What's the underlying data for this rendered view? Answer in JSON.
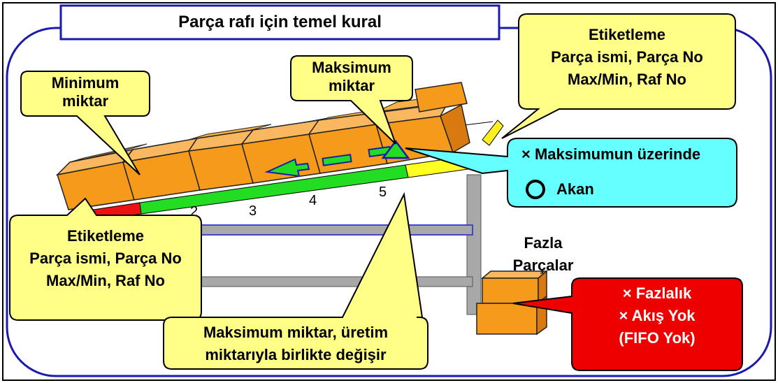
{
  "title": "Parça rafı için temel kural",
  "callouts": {
    "minimum": [
      "Minimum",
      "miktar"
    ],
    "maximum": [
      "Maksimum",
      "miktar"
    ],
    "labeling_top": [
      "Etiketleme",
      "Parça ismi, Parça No",
      "Max/Min, Raf No"
    ],
    "labeling_left": [
      "Etiketleme",
      "Parça ismi, Parça No",
      "Max/Min, Raf No"
    ],
    "max_changes": [
      "Maksimum miktar, üretim",
      "miktarıyla birlikte değişir"
    ],
    "flow_status": {
      "over_max": "× Maksimumun üzerinde",
      "flowing": "Akan"
    },
    "excess_issues": [
      "× Fazlalık",
      "× Akış Yok",
      "(FIFO Yok)"
    ]
  },
  "excess_parts_label": [
    "Fazla",
    "Parçalar"
  ],
  "position_numbers": [
    "2",
    "3",
    "4",
    "5"
  ],
  "colors": {
    "box": "#F59A1A",
    "box_dark": "#D87A10",
    "green_zone": "#22DD22",
    "red_zone": "#EE1111",
    "yellow_zone": "#FFFF22",
    "callout_yellow": "#FFFF88",
    "callout_cyan": "#66FFFF",
    "callout_red": "#EE0000",
    "rack_gray": "#A8A8A8",
    "frame_blue": "#1A1AB0"
  }
}
